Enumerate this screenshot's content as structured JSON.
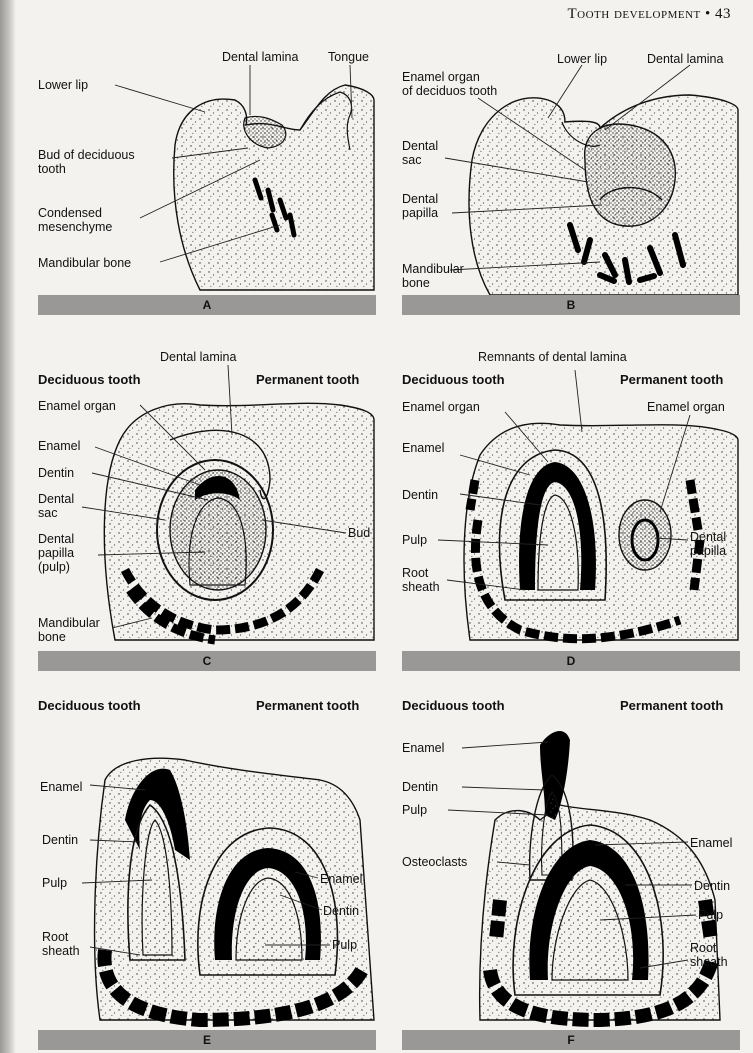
{
  "header": {
    "title": "Tooth development",
    "bullet": "•",
    "page": "43"
  },
  "panels": {
    "A": {
      "letter": "A",
      "labels": {
        "dental_lamina": "Dental lamina",
        "tongue": "Tongue",
        "lower_lip": "Lower lip",
        "bud": "Bud of deciduous\ntooth",
        "condensed": "Condensed\nmesenchyme",
        "mandibular": "Mandibular bone"
      }
    },
    "B": {
      "letter": "B",
      "labels": {
        "lower_lip": "Lower lip",
        "dental_lamina": "Dental lamina",
        "enamel_organ": "Enamel organ\nof deciduos tooth",
        "dental_sac": "Dental\nsac",
        "dental_papilla": "Dental\npapilla",
        "mandibular": "Mandibular\nbone"
      }
    },
    "C": {
      "letter": "C",
      "headings": {
        "deciduous": "Deciduous tooth",
        "permanent": "Permanent tooth"
      },
      "labels": {
        "dental_lamina": "Dental lamina",
        "enamel_organ": "Enamel organ",
        "enamel": "Enamel",
        "dentin": "Dentin",
        "dental_sac": "Dental\nsac",
        "bud": "Bud",
        "dental_papilla": "Dental\npapilla\n(pulp)",
        "mandibular": "Mandibular\nbone"
      }
    },
    "D": {
      "letter": "D",
      "headings": {
        "deciduous": "Deciduous tooth",
        "permanent": "Permanent tooth"
      },
      "labels": {
        "remnants": "Remnants of dental lamina",
        "enamel_organ": "Enamel organ",
        "enamel_organ_right": "Enamel organ",
        "enamel": "Enamel",
        "dentin": "Dentin",
        "pulp": "Pulp",
        "dental_papilla": "Dental\npapilla",
        "root_sheath": "Root\nsheath"
      }
    },
    "E": {
      "letter": "E",
      "headings": {
        "deciduous": "Deciduous tooth",
        "permanent": "Permanent tooth"
      },
      "labels": {
        "enamel": "Enamel",
        "dentin": "Dentin",
        "pulp": "Pulp",
        "root_sheath": "Root\nsheath",
        "enamel_right": "Enamel",
        "dentin_right": "Dentin",
        "pulp_right": "Pulp"
      }
    },
    "F": {
      "letter": "F",
      "headings": {
        "deciduous": "Deciduous tooth",
        "permanent": "Permanent tooth"
      },
      "labels": {
        "enamel": "Enamel",
        "dentin": "Dentin",
        "pulp": "Pulp",
        "osteoclasts": "Osteoclasts",
        "enamel_right": "Enamel",
        "dentin_right": "Dentin",
        "pulp_right": "Pulp",
        "root_sheath": "Root\nsheath"
      }
    }
  },
  "colors": {
    "bar": "#9a9896",
    "ink": "#111111",
    "paper": "#f3f2ee"
  }
}
